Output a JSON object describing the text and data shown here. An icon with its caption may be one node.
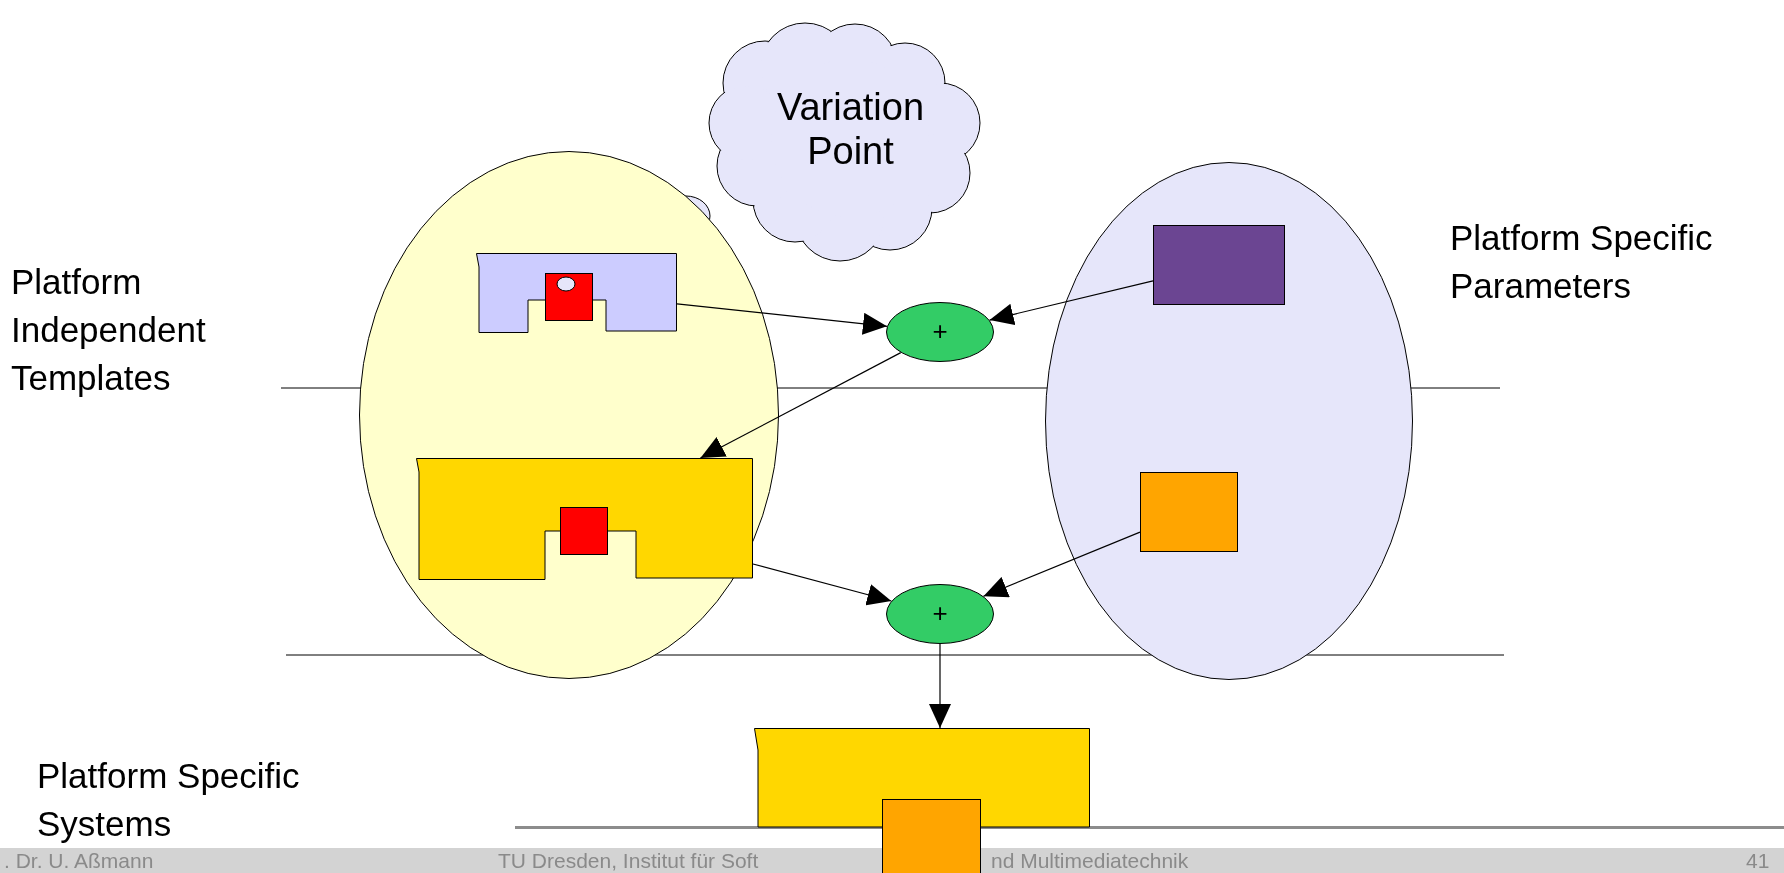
{
  "diagram": {
    "nodes": [
      {
        "text": [
          "Variation Point"
        ]
      },
      {
        "text": [],
        "shape": "ellipse"
      },
      {
        "text": [],
        "shape": "template",
        "in": 1
      },
      {
        "text": [],
        "shape": "box",
        "in": 2
      },
      {
        "text": [],
        "shape": "template",
        "in": 1
      },
      {
        "text": [],
        "shape": "box",
        "in": 4
      },
      {
        "text": [],
        "shape": "ellipse"
      },
      {
        "text": [],
        "shape": "box",
        "in": 6
      },
      {
        "text": [],
        "shape": "box",
        "in": 6
      },
      {
        "text": [
          "+"
        ]
      },
      {
        "text": [
          "+"
        ]
      },
      {
        "text": [],
        "shape": "box"
      },
      {
        "text": [],
        "shape": "box"
      }
    ],
    "edges": [
      {
        "from": 2,
        "to": 9,
        "arrow": "to"
      },
      {
        "from": 7,
        "to": 9,
        "arrow": "to"
      },
      {
        "from": 9,
        "to": 4,
        "arrow": "to"
      },
      {
        "from": 4,
        "to": 10,
        "arrow": "to"
      },
      {
        "from": 8,
        "to": 10,
        "arrow": "to"
      },
      {
        "from": 10,
        "to": 11,
        "arrow": "to"
      }
    ],
    "labels": [
      "Platform Independent Templates",
      "Platform Specific Parameters",
      "Platform Specific Systems",
      ". Dr. U. Aßmann",
      "TU Dresden, Institut für Soft",
      "nd Multimediatechnik",
      "41"
    ]
  }
}
